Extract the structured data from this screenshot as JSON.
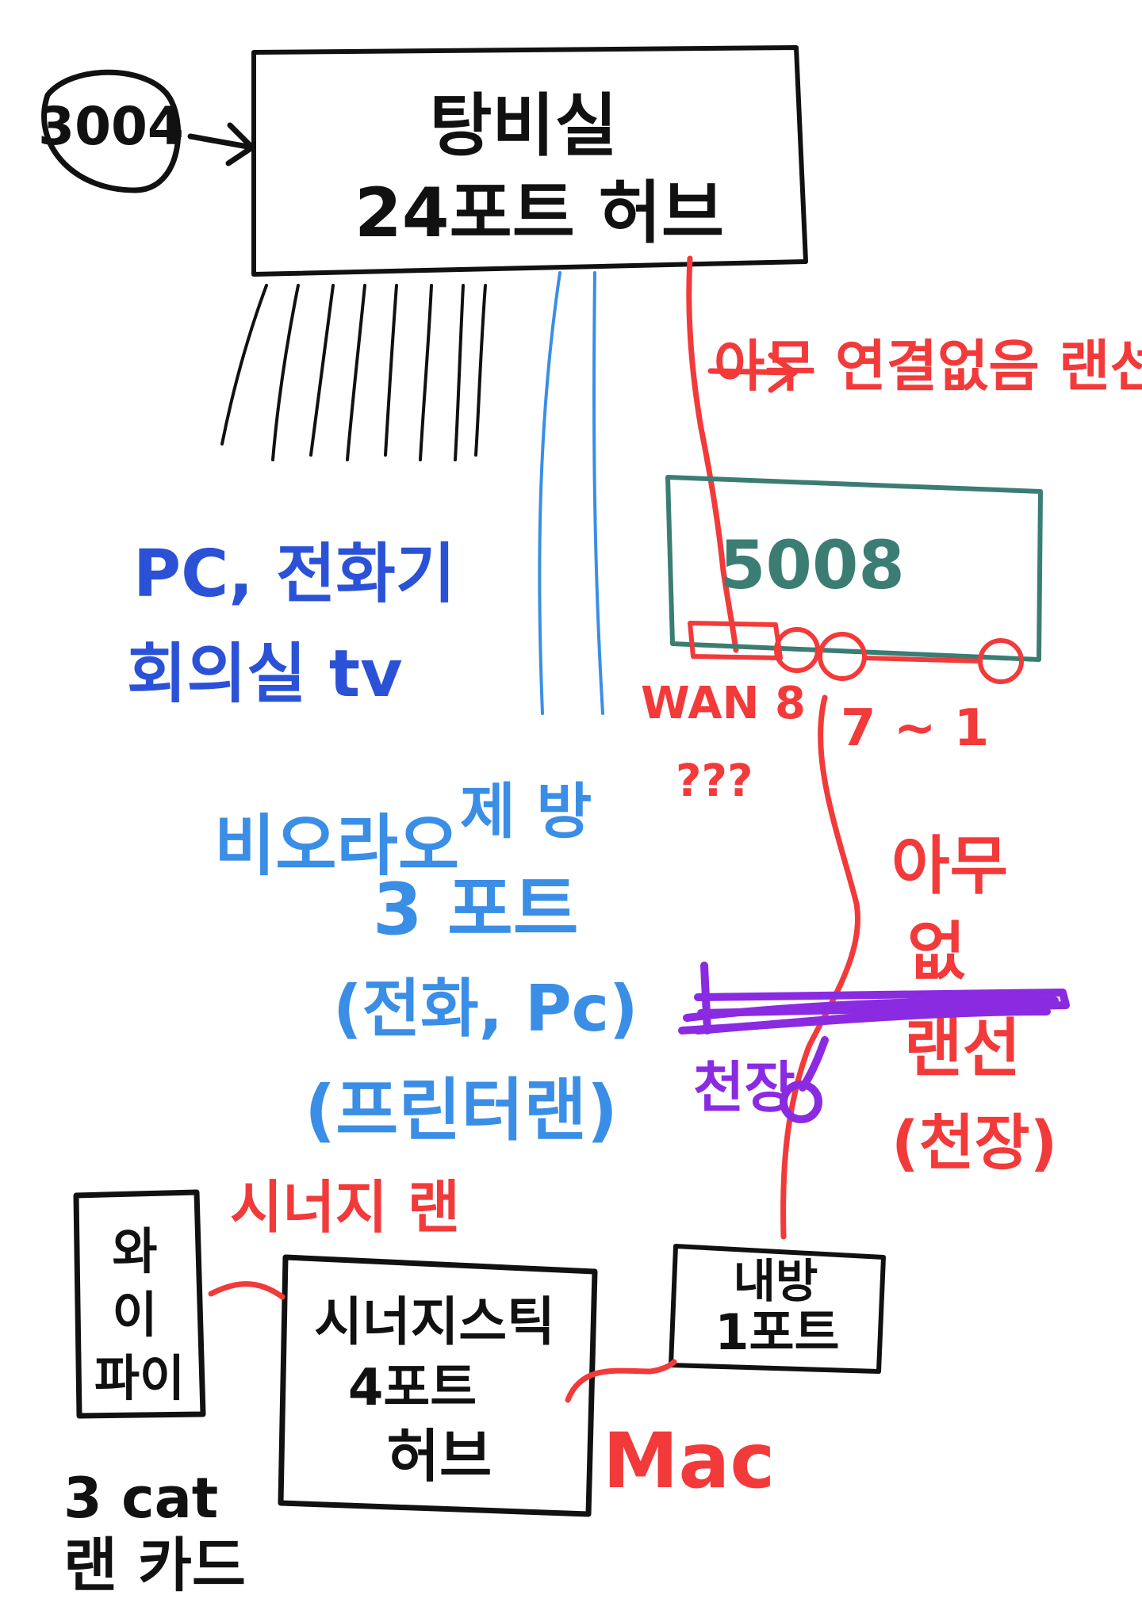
{
  "colors": {
    "black": "#111111",
    "red": "#f23a3a",
    "teal": "#3b7d73",
    "blue": "#2b52d6",
    "light_blue": "#3a8ee6",
    "purple": "#8a2be2"
  },
  "hub": {
    "title": "탕비실",
    "subtitle": "24포트 허브"
  },
  "room_number": "3004",
  "outside_line_note": "아무 연결없음 랜선",
  "router": {
    "label": "5008",
    "wan_label": "WAN 8",
    "ports_label": "7 ~ 1",
    "question_marks": "???"
  },
  "pc_note": {
    "line1": "PC, 전화기",
    "line2": "회의실 tv"
  },
  "office_note": {
    "line1": "비오라오",
    "line2": "제 방",
    "line3": "3 포트",
    "line4": "(전화, Pc)",
    "line5": "(프린터랜)"
  },
  "ceiling_cable_note": {
    "line1": "아무",
    "line2": "없",
    "line3": "랜선",
    "line4": "(천장)"
  },
  "ceiling_label": "천장",
  "my_room_port": {
    "line1": "내방",
    "line2": "1포트"
  },
  "synology_lan_label": "시너지 랜",
  "synology_hub": {
    "line1": "시너지스틱",
    "line2": "4포트",
    "line3": "허브"
  },
  "printer_box": {
    "line1": "와",
    "line2": "이",
    "line3": "파이"
  },
  "mac_label": "Mac",
  "lan_card_note": {
    "line1": "3 cat",
    "line2": "랜 카드"
  }
}
